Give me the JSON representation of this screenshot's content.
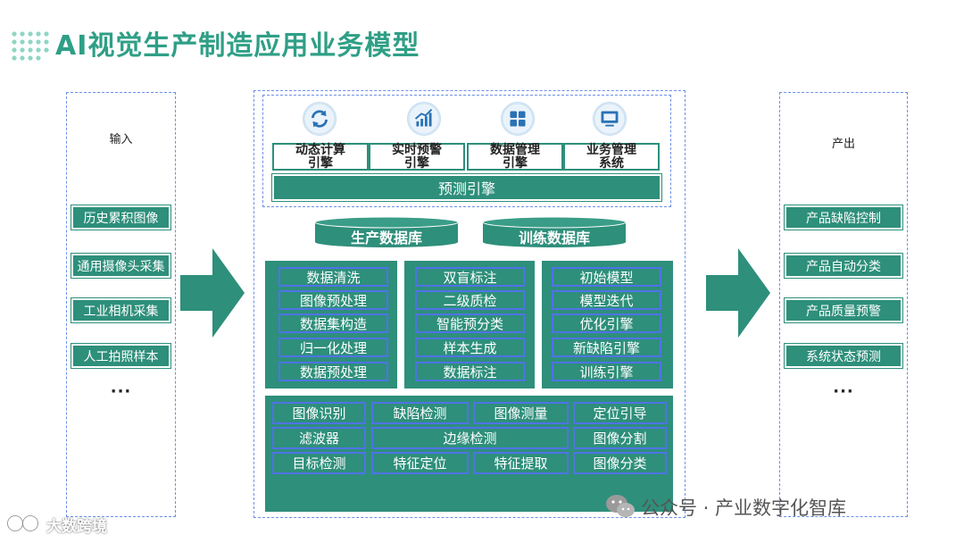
{
  "title": "AI视觉生产制造应用业务模型",
  "input": {
    "label": "输入",
    "items": [
      "历史累积图像",
      "通用摄像头采集",
      "工业相机采集",
      "人工拍照样本"
    ],
    "more": "···"
  },
  "output": {
    "label": "产出",
    "items": [
      "产品缺陷控制",
      "产品自动分类",
      "产品质量预警",
      "系统状态预测"
    ],
    "more": "···"
  },
  "engines": [
    {
      "line1": "动态计算",
      "line2": "引擎",
      "icon": "refresh-icon"
    },
    {
      "line1": "实时预警",
      "line2": "引擎",
      "icon": "growth-chart-icon"
    },
    {
      "line1": "数据管理",
      "line2": "引擎",
      "icon": "data-grid-icon"
    },
    {
      "line1": "业务管理",
      "line2": "系统",
      "icon": "monitor-icon"
    }
  ],
  "predict_engine": "预测引擎",
  "databases": [
    "生产数据库",
    "训练数据库"
  ],
  "columns": [
    [
      "数据清洗",
      "图像预处理",
      "数据集构造",
      "归一化处理",
      "数据预处理"
    ],
    [
      "双盲标注",
      "二级质检",
      "智能预分类",
      "样本生成",
      "数据标注"
    ],
    [
      "初始模型",
      "模型迭代",
      "优化引擎",
      "新缺陷引擎",
      "训练引擎"
    ]
  ],
  "grid": {
    "row1": [
      "图像识别",
      "缺陷检测",
      "图像测量",
      "定位引导"
    ],
    "row2": [
      "滤波器",
      "边缘检测",
      "图像分割"
    ],
    "row3": [
      "目标检测",
      "特征定位",
      "特征提取",
      "图像分类"
    ]
  },
  "watermarks": {
    "wechat": "公众号 · 产业数字化智库",
    "brand": "大数跨境"
  },
  "colors": {
    "accent": "#2e8f7b",
    "title": "#2f9f86",
    "border": "#4f73e6"
  }
}
